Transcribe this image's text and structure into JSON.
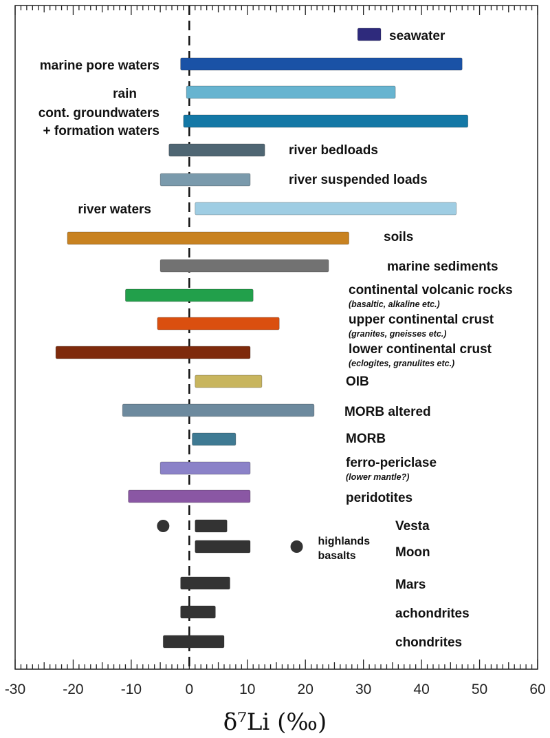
{
  "chart_data": {
    "type": "range-bar",
    "xlabel": "δ⁷Li (‰)",
    "xlim": [
      -30,
      60
    ],
    "x_ticks": [
      -30,
      -20,
      -10,
      0,
      10,
      20,
      30,
      40,
      50,
      60
    ],
    "reference_line": 0,
    "ranges": [
      {
        "label": [
          "seawater"
        ],
        "min": 29,
        "max": 33,
        "color": "#2E2A7C"
      },
      {
        "label": [
          "marine pore waters"
        ],
        "min": -1.5,
        "max": 47,
        "color": "#1A52A6"
      },
      {
        "label": [
          "rain"
        ],
        "min": -0.5,
        "max": 35.5,
        "color": "#67B4D0"
      },
      {
        "label": [
          "cont. groundwaters",
          "+ formation waters"
        ],
        "min": -1,
        "max": 48,
        "color": "#1478A6"
      },
      {
        "label": [
          "river bedloads"
        ],
        "min": -3.5,
        "max": 13,
        "color": "#4F6673"
      },
      {
        "label": [
          "river suspended  loads"
        ],
        "min": -5,
        "max": 10.5,
        "color": "#7A9AAC"
      },
      {
        "label": [
          "river waters"
        ],
        "min": 1,
        "max": 46,
        "color": "#9FCDE3"
      },
      {
        "label": [
          "soils"
        ],
        "min": -21,
        "max": 27.5,
        "color": "#C88221"
      },
      {
        "label": [
          "marine sediments"
        ],
        "min": -5,
        "max": 24,
        "color": "#727272"
      },
      {
        "label": [
          "continental volcanic rocks"
        ],
        "sublabel": "(basaltic, alkaline etc.)",
        "min": -11,
        "max": 11,
        "color": "#22A04B"
      },
      {
        "label": [
          "upper continental crust"
        ],
        "sublabel": "(granites, gneisses etc.)",
        "min": -5.5,
        "max": 15.5,
        "color": "#DA4F0F"
      },
      {
        "label": [
          "lower continental crust"
        ],
        "sublabel": "(eclogites, granulites etc.)",
        "min": -23,
        "max": 10.5,
        "color": "#7E2A0C"
      },
      {
        "label": [
          "OIB"
        ],
        "min": 1,
        "max": 12.5,
        "color": "#C8B55E"
      },
      {
        "label": [
          "MORB altered"
        ],
        "min": -11.5,
        "max": 21.5,
        "color": "#6D8A9E"
      },
      {
        "label": [
          "MORB"
        ],
        "min": 0.5,
        "max": 8,
        "color": "#3F7A93"
      },
      {
        "label": [
          "ferro-periclase"
        ],
        "sublabel": "(lower mantle?)",
        "min": -5,
        "max": 10.5,
        "color": "#8B82C8"
      },
      {
        "label": [
          "peridotites"
        ],
        "min": -10.5,
        "max": 10.5,
        "color": "#8A57A4"
      },
      {
        "label": [
          "Vesta"
        ],
        "min": 1,
        "max": 6.5,
        "color": "#333333",
        "point": -4.5
      },
      {
        "label": [
          "Moon"
        ],
        "min": 1,
        "max": 10.5,
        "color": "#333333",
        "point": 18.5,
        "point_label": [
          "highlands",
          "basalts"
        ]
      },
      {
        "label": [
          "Mars"
        ],
        "min": -1.5,
        "max": 7,
        "color": "#333333"
      },
      {
        "label": [
          "achondrites"
        ],
        "min": -1.5,
        "max": 4.5,
        "color": "#333333"
      },
      {
        "label": [
          "chondrites"
        ],
        "min": -4.5,
        "max": 6,
        "color": "#333333"
      }
    ]
  }
}
